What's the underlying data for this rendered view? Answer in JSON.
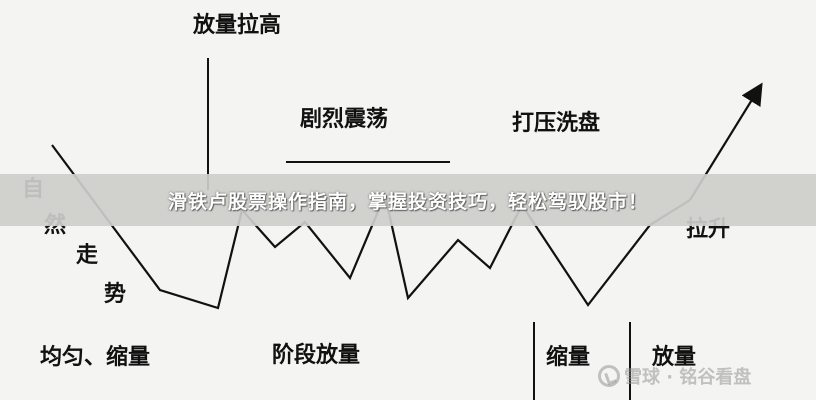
{
  "labels": {
    "top": "放量拉高",
    "middle": "剧烈震荡",
    "right": "打压洗盘",
    "left_vertical": [
      "自",
      "然",
      "走",
      "势"
    ],
    "right_rise": "拉升",
    "bottom_left": "均匀、缩量",
    "bottom_center": "阶段放量",
    "bottom_shrink": "缩量",
    "bottom_right": "放量"
  },
  "banner": {
    "title": "滑铁卢股票操作指南，掌握投资技巧，轻松驾驭股市！"
  },
  "watermark": {
    "text": "雪球 · 铭谷看盘"
  },
  "colors": {
    "line": "#111111",
    "banner_bg": "#cdcdcb",
    "background": "#f4f4f2"
  }
}
